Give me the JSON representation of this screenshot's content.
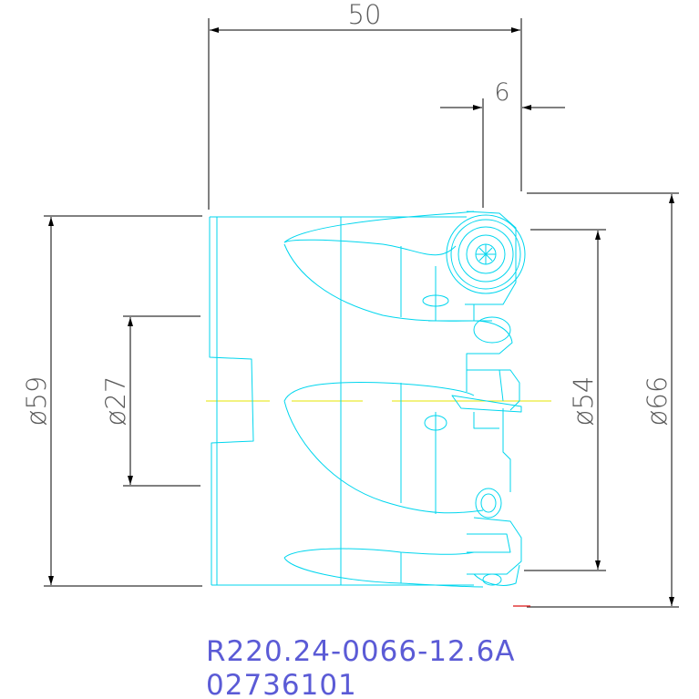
{
  "dimensions": {
    "length": "50",
    "width": "6",
    "dia_59": "ø59",
    "dia_27": "ø27",
    "dia_54": "ø54",
    "dia_66": "ø66"
  },
  "caption": {
    "part_number": "R220.24-0066-12.6A",
    "article_number": "02736101"
  },
  "colors": {
    "outline": "#00d6ee",
    "dimension": "#000000",
    "centerline": "#e6e600",
    "caption": "#5b5bd6"
  }
}
